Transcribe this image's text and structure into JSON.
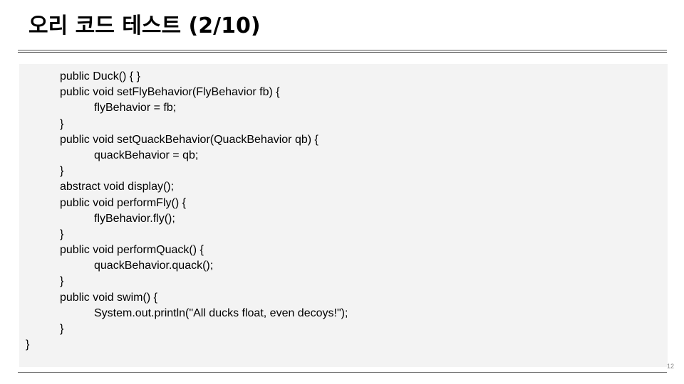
{
  "slide": {
    "title": "오리 코드 테스트 (2/10)",
    "page_number": "12"
  },
  "code": {
    "lines": [
      {
        "indent": 1,
        "text": "public Duck() { }"
      },
      {
        "indent": 1,
        "text": "public void setFlyBehavior(FlyBehavior fb) {"
      },
      {
        "indent": 2,
        "text": "flyBehavior = fb;"
      },
      {
        "indent": 1,
        "text": "}"
      },
      {
        "indent": 1,
        "text": "public void setQuackBehavior(QuackBehavior qb) {"
      },
      {
        "indent": 2,
        "text": "quackBehavior = qb;"
      },
      {
        "indent": 1,
        "text": "}"
      },
      {
        "indent": 1,
        "text": "abstract void display();"
      },
      {
        "indent": 1,
        "text": "public void performFly() {"
      },
      {
        "indent": 2,
        "text": "flyBehavior.fly();"
      },
      {
        "indent": 1,
        "text": "}"
      },
      {
        "indent": 1,
        "text": "public void performQuack() {"
      },
      {
        "indent": 2,
        "text": "quackBehavior.quack();"
      },
      {
        "indent": 1,
        "text": "}"
      },
      {
        "indent": 1,
        "text": "public void swim() {"
      },
      {
        "indent": 2,
        "text": "System.out.println(\"All ducks float, even decoys!\");"
      },
      {
        "indent": 1,
        "text": "}"
      },
      {
        "indent": 0,
        "text": "}"
      }
    ]
  }
}
